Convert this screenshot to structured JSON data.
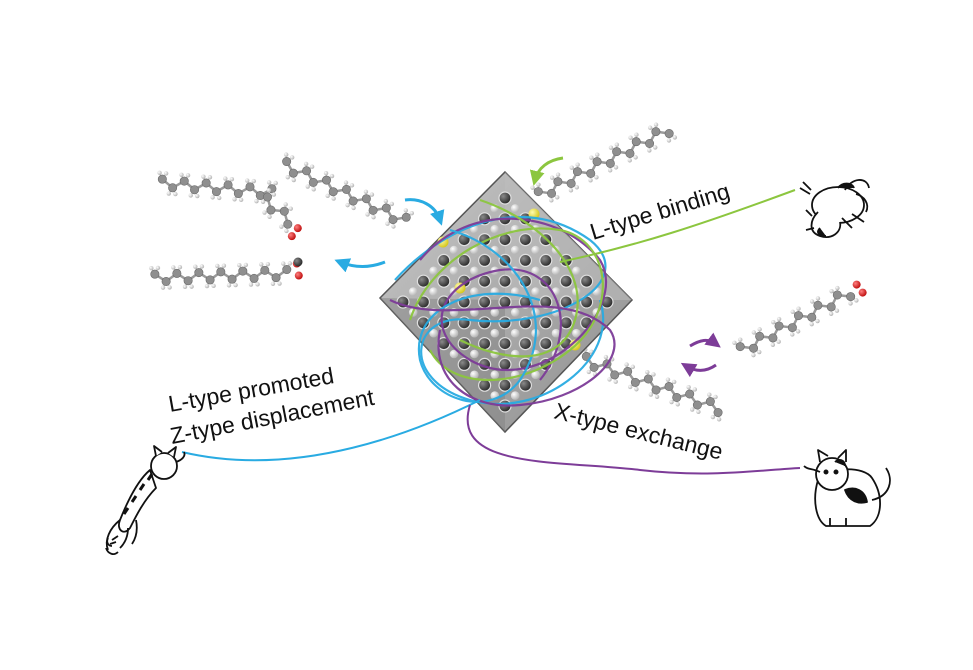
{
  "labels": {
    "l_binding": "L-type binding",
    "l_promoted_line1": "L-type promoted",
    "l_promoted_line2": "Z-type displacement",
    "x_exchange": "X-type exchange"
  },
  "colors": {
    "background": "#ffffff",
    "l_type_green": "#8cc63f",
    "z_type_blue": "#29abe2",
    "x_type_purple": "#7d3c98",
    "nanocrystal_gray": "#9a9a9a",
    "atom_dark": "#3a3a3a",
    "atom_light": "#d9d9d9",
    "atom_yellow": "#e8e03a",
    "oxygen_red": "#e02020",
    "text": "#111111"
  },
  "icons": [
    "cat-icon",
    "nanocrystal-icon",
    "ligand-chain-icon",
    "arrow-icon"
  ]
}
